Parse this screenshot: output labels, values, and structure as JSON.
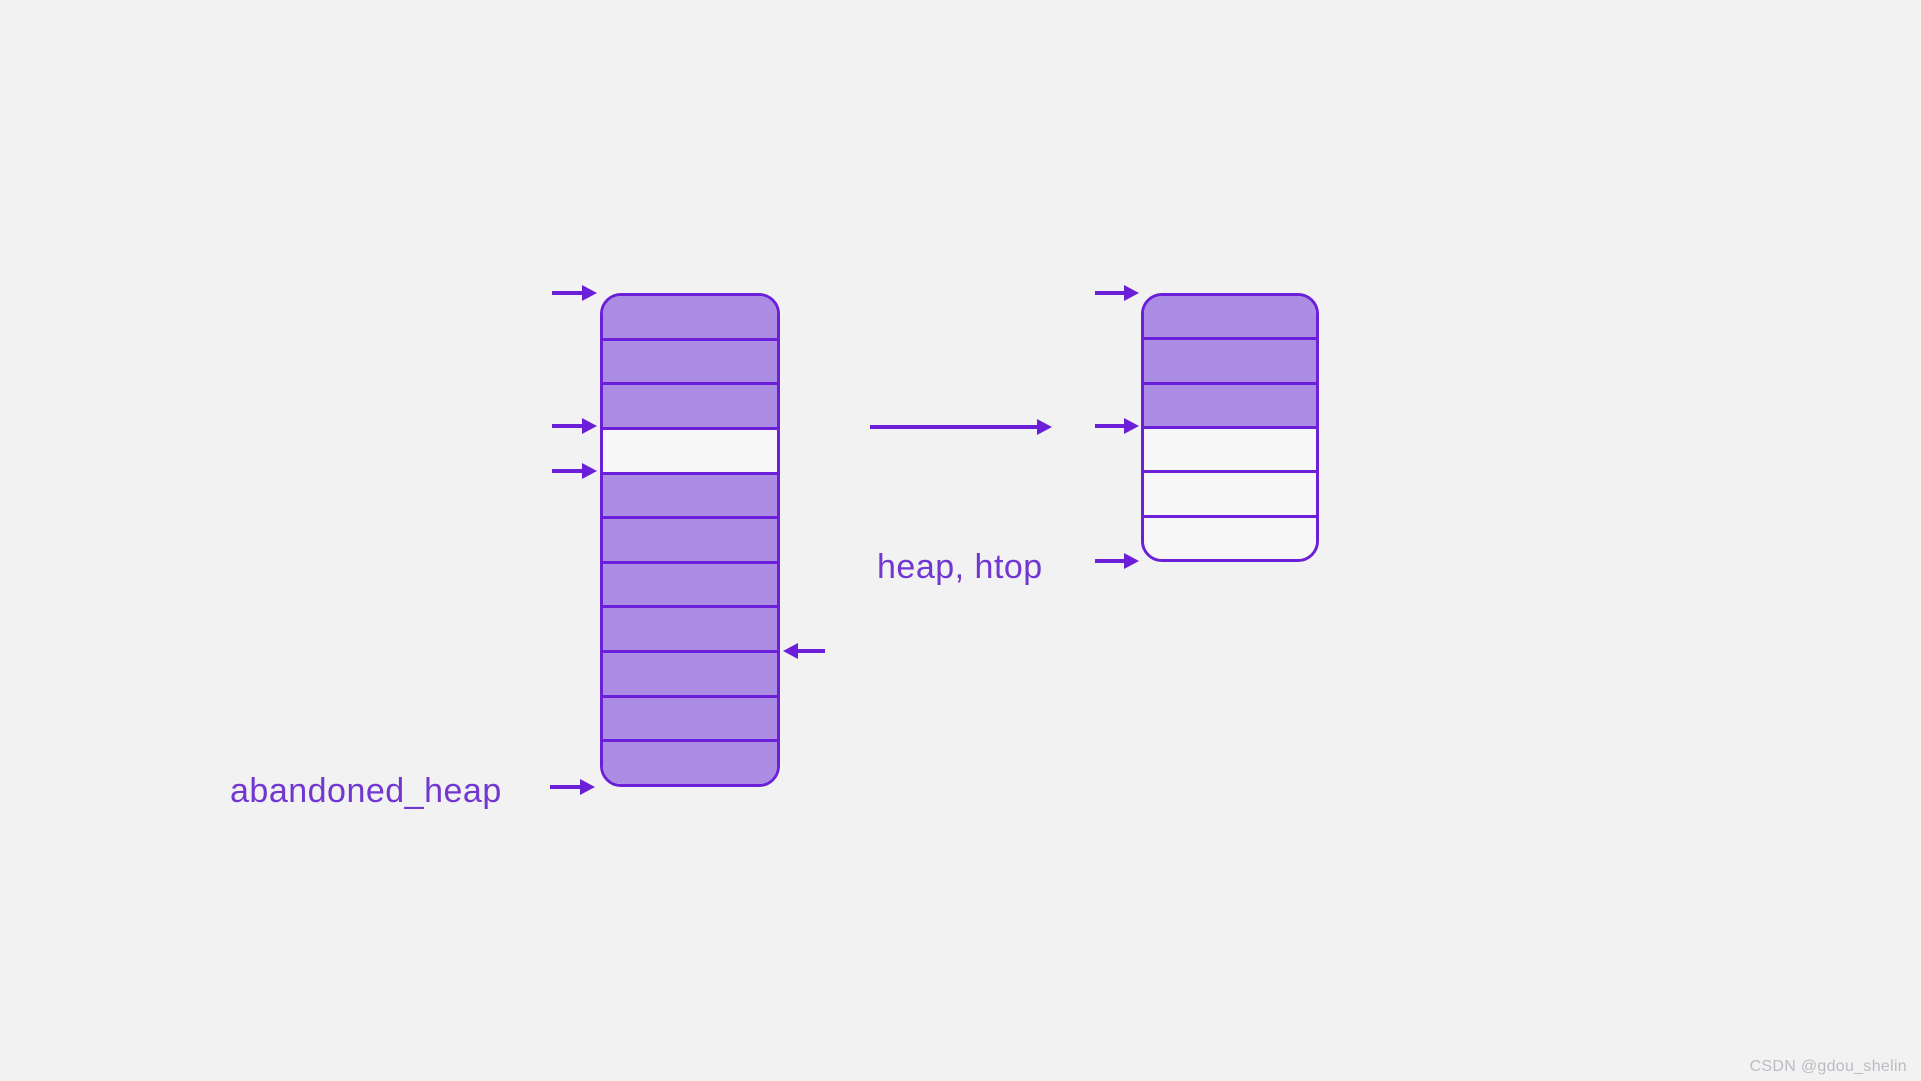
{
  "colors": {
    "background": "#f2f2f2",
    "fill": "#aa8ce2",
    "stroke": "#6c1fd9",
    "empty": "#f7f7f7",
    "label": "#7137d0",
    "watermark": "#b9bcc2"
  },
  "labels": {
    "abandoned_heap": "abandoned_heap",
    "heap_htop": "heap, htop",
    "watermark": "CSDN @gdou_shelin"
  },
  "diagram": {
    "left_heap": {
      "description": "old heap block, 11 cells, one free slot",
      "cells": [
        "filled",
        "filled",
        "filled",
        "empty",
        "filled",
        "filled",
        "filled",
        "filled",
        "filled",
        "filled",
        "filled"
      ]
    },
    "right_heap": {
      "description": "new heap block, 6 cells, top 3 used",
      "cells": [
        "filled",
        "filled",
        "filled",
        "empty",
        "empty",
        "empty"
      ]
    },
    "arrows": [
      {
        "id": "arrow-left-top",
        "direction": "right",
        "points_at": "left heap top"
      },
      {
        "id": "arrow-left-hole-top",
        "direction": "right",
        "points_at": "left heap free slot top"
      },
      {
        "id": "arrow-left-hole-bottom",
        "direction": "right",
        "points_at": "left heap free slot bottom"
      },
      {
        "id": "arrow-left-bottom",
        "direction": "right",
        "points_at": "left heap bottom (abandoned_heap)"
      },
      {
        "id": "arrow-left-rightside",
        "direction": "left",
        "points_at": "left heap cell boundary"
      },
      {
        "id": "arrow-connector",
        "direction": "right",
        "points_at": "from old heap to new heap"
      },
      {
        "id": "arrow-right-top",
        "direction": "right",
        "points_at": "right heap top"
      },
      {
        "id": "arrow-right-mid",
        "direction": "right",
        "points_at": "right heap used/free boundary"
      },
      {
        "id": "arrow-right-bottom",
        "direction": "right",
        "points_at": "right heap bottom (heap, htop)"
      }
    ]
  }
}
